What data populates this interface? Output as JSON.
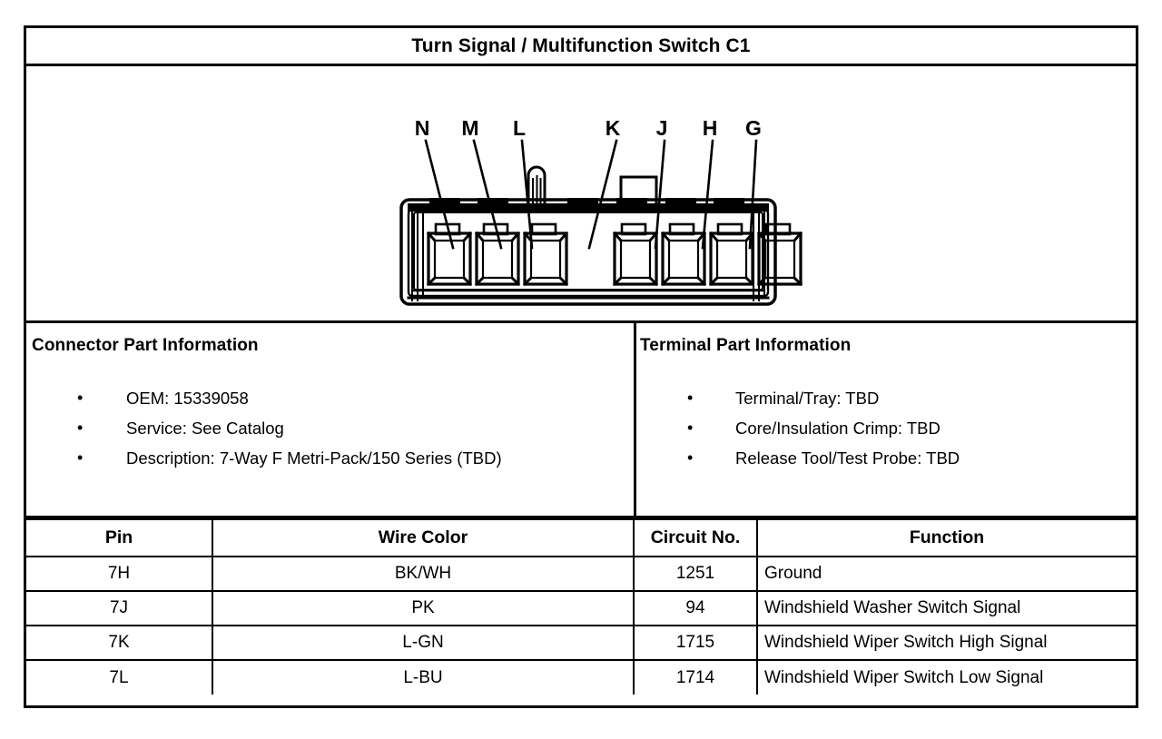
{
  "title": "Turn Signal / Multifunction Switch C1",
  "connector_diagram": {
    "icon": "connector-end-view-icon",
    "cavity_count": 7,
    "cavity_labels": [
      "N",
      "M",
      "L",
      "K",
      "J",
      "H",
      "G"
    ],
    "features": [
      "alignment-post",
      "locking-tab"
    ]
  },
  "connector_part_information": {
    "heading": "Connector Part Information",
    "items": [
      "OEM: 15339058",
      "Service: See Catalog",
      "Description: 7-Way F Metri-Pack/150 Series (TBD)"
    ],
    "bullet": "•"
  },
  "terminal_part_information": {
    "heading": "Terminal Part Information",
    "items": [
      "Terminal/Tray: TBD",
      "Core/Insulation Crimp: TBD",
      "Release Tool/Test Probe: TBD"
    ],
    "bullet": "•"
  },
  "pin_table": {
    "columns": [
      "Pin",
      "Wire Color",
      "Circuit No.",
      "Function"
    ],
    "rows": [
      {
        "pin": "7H",
        "wire_color": "BK/WH",
        "circuit_no": "1251",
        "function": "Ground"
      },
      {
        "pin": "7J",
        "wire_color": "PK",
        "circuit_no": "94",
        "function": "Windshield Washer Switch Signal"
      },
      {
        "pin": "7K",
        "wire_color": "L-GN",
        "circuit_no": "1715",
        "function": "Windshield Wiper Switch High Signal"
      },
      {
        "pin": "7L",
        "wire_color": "L-BU",
        "circuit_no": "1714",
        "function": "Windshield Wiper Switch Low Signal"
      }
    ]
  },
  "colors": {
    "ink": "#000000",
    "paper": "#ffffff"
  }
}
